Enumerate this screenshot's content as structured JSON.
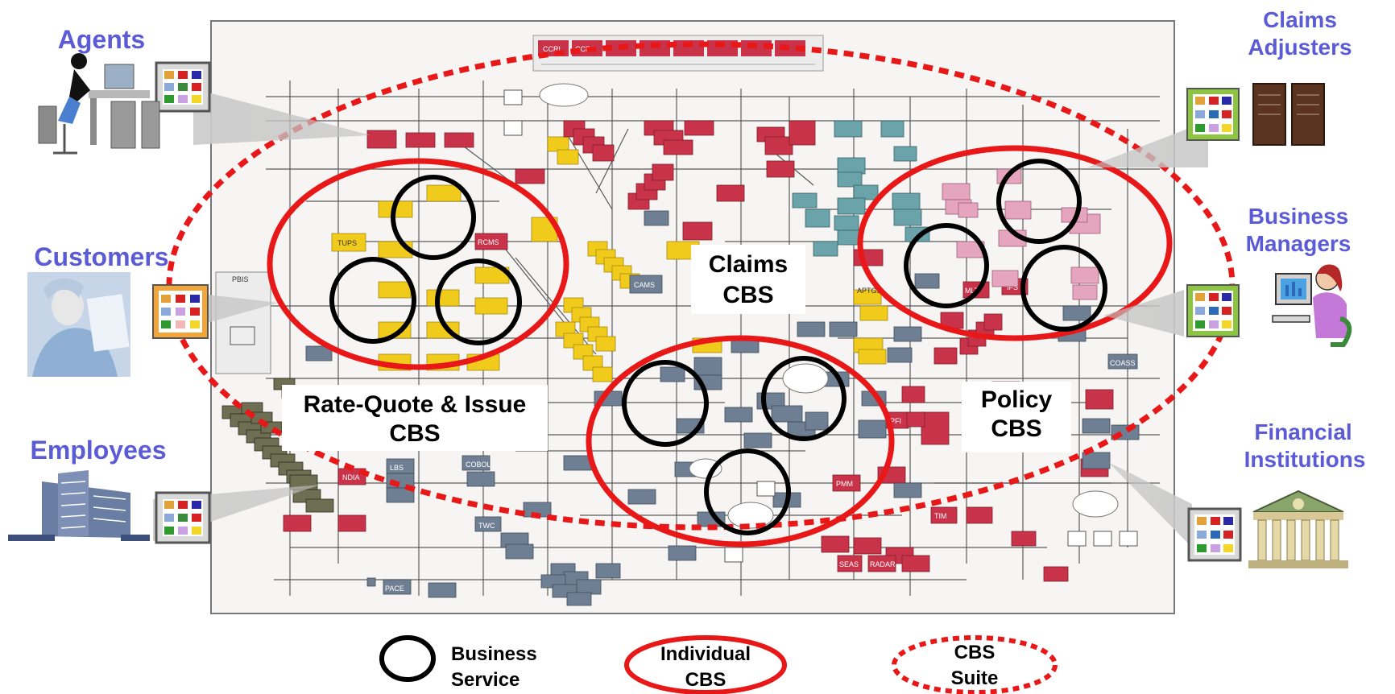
{
  "actors": {
    "agents": "Agents",
    "customers": "Customers",
    "employees": "Employees",
    "claims_adjusters_line1": "Claims",
    "claims_adjusters_line2": "Adjusters",
    "business_managers_line1": "Business",
    "business_managers_line2": "Managers",
    "financial_institutions_line1": "Financial",
    "financial_institutions_line2": "Institutions"
  },
  "cbs": {
    "rate_quote_line1": "Rate-Quote & Issue",
    "rate_quote_line2": "CBS",
    "claims_line1": "Claims",
    "claims_line2": "CBS",
    "policy_line1": "Policy",
    "policy_line2": "CBS"
  },
  "legend": {
    "business_service_line1": "Business",
    "business_service_line2": "Service",
    "individual_cbs_line1": "Individual",
    "individual_cbs_line2": "CBS",
    "cbs_suite_line1": "CBS",
    "cbs_suite_line2": "Suite"
  },
  "background_labels": {
    "top_box_1": "CCRL",
    "top_box_2": "CCRS",
    "pbis": "PBIS",
    "tups": "TUPS",
    "rcms": "RCMS",
    "claims_box": "CAMS",
    "aptgs": "APTGS",
    "pfi": "PFI",
    "ndia": "NDIA",
    "lbs": "LBS",
    "pace": "PACE",
    "twc": "TWC",
    "tim": "TIM",
    "seas": "SEAS",
    "radar": "RADAR",
    "cobol": "COBOL",
    "pmm": "PMM",
    "mlt": "MLT",
    "ifs": "IFS",
    "coass": "COASS"
  },
  "colors": {
    "actor_text": "#5b5bd6",
    "cbs_ellipse": "#e81818",
    "business_service_circle": "#000000",
    "red_box": "#c8334a",
    "yellow_box": "#f0cb1c",
    "gray_box": "#6f7f93",
    "teal_box": "#6aa3a9",
    "pink_box": "#e6a5bf",
    "olive_box": "#6e6e52"
  }
}
